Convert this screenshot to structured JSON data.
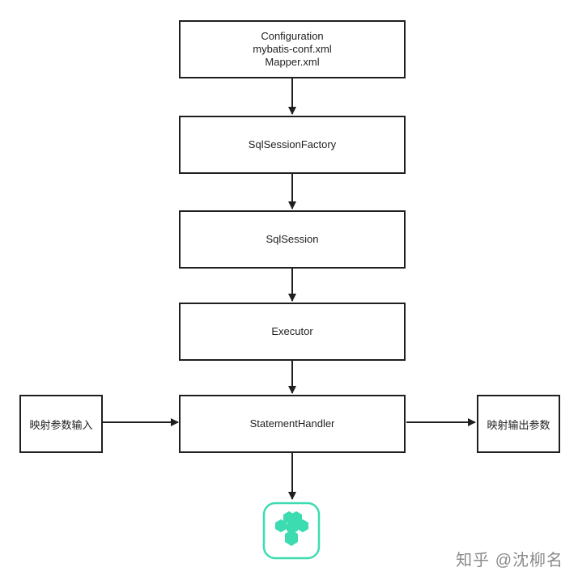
{
  "diagram": {
    "config_box": {
      "lines": [
        "Configuration",
        "mybatis-conf.xml",
        "Mapper.xml"
      ]
    },
    "factory_box": {
      "label": "SqlSessionFactory"
    },
    "session_box": {
      "label": "SqlSession"
    },
    "executor_box": {
      "label": "Executor"
    },
    "handler_box": {
      "label": "StatementHandler"
    },
    "input_box": {
      "label": "映射参数输入"
    },
    "output_box": {
      "label": "映射输出参数"
    }
  },
  "colors": {
    "stroke": "#1f1f1f",
    "logo_accent": "#3ddcb0"
  },
  "logo": {
    "icon": "database-hexagon-icon"
  },
  "watermark": {
    "text": "知乎 @沈柳名"
  }
}
